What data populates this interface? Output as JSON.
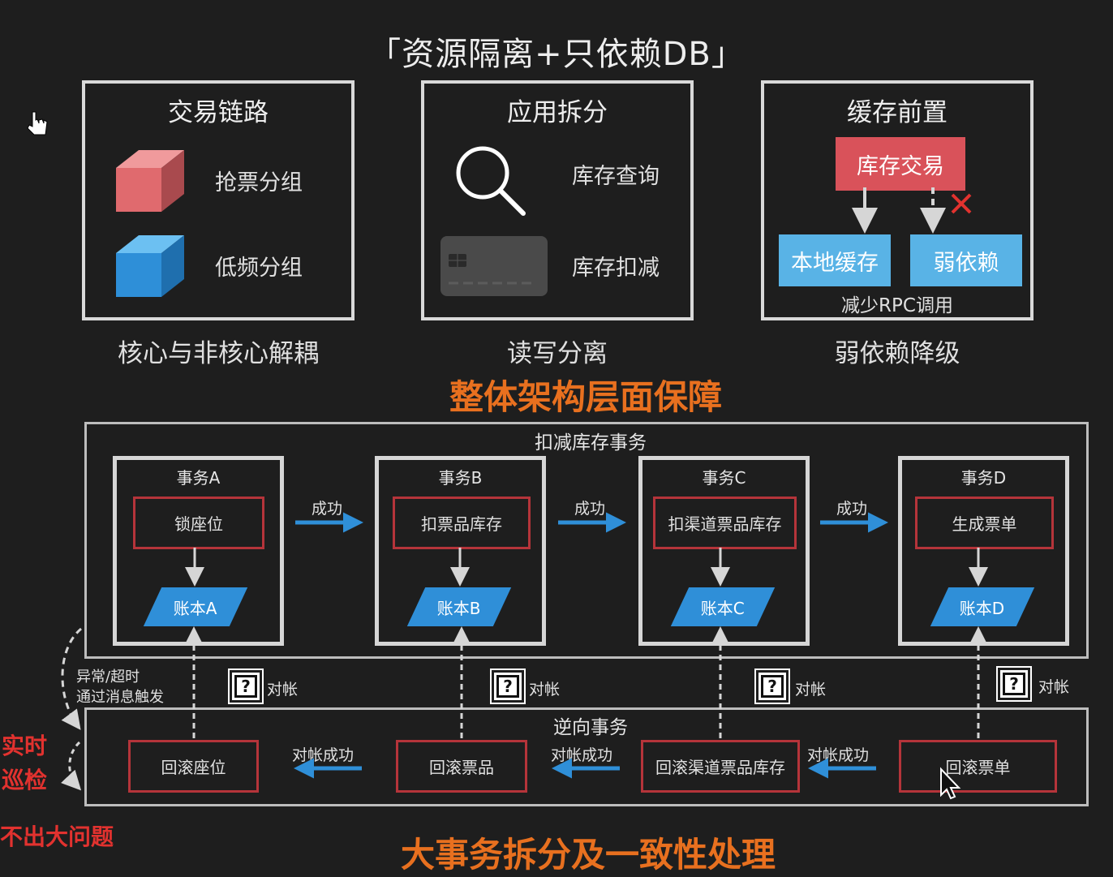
{
  "title": "「资源隔离+只依赖DB」",
  "panels": {
    "trade_link": {
      "title": "交易链路",
      "item1": "抢票分组",
      "item2": "低频分组",
      "caption": "核心与非核心解耦",
      "cube1_color": "#e06a6e",
      "cube2_color": "#2e8fd8"
    },
    "app_split": {
      "title": "应用拆分",
      "item1": "库存查询",
      "item2": "库存扣减",
      "caption": "读写分离",
      "icon1": "search-icon",
      "icon2": "credit-card-icon"
    },
    "cache_front": {
      "title": "缓存前置",
      "top_box": "库存交易",
      "left_box": "本地缓存",
      "right_box": "弱依赖",
      "note": "减少RPC调用",
      "caption": "弱依赖降级"
    }
  },
  "section1_heading": "整体架构层面保障",
  "deduct_tx": {
    "title": "扣减库存事务",
    "transactions": [
      {
        "label": "事务A",
        "action": "锁座位",
        "ledger": "账本A"
      },
      {
        "label": "事务B",
        "action": "扣票品库存",
        "ledger": "账本B"
      },
      {
        "label": "事务C",
        "action": "扣渠道票品库存",
        "ledger": "账本C"
      },
      {
        "label": "事务D",
        "action": "生成票单",
        "ledger": "账本D"
      }
    ],
    "success": "成功"
  },
  "reconcile": "对帐",
  "exception_note": {
    "line1": "异常/超时",
    "line2": "通过消息触发"
  },
  "reverse_tx": {
    "title": "逆向事务",
    "items": [
      "回滚座位",
      "回滚票品",
      "回滚渠道票品库存",
      "回滚票单"
    ],
    "success": "对帐成功"
  },
  "side_notes": {
    "line1": "实时",
    "line2": "巡检",
    "line3": "不出大问题"
  },
  "section2_heading": "大事务拆分及一致性处理",
  "colors": {
    "background": "#1e1e1e",
    "accent_orange": "#e8701f",
    "arrow_blue": "#2f8fd8",
    "box_red": "#b5343a",
    "alert_red": "#e2322f"
  }
}
